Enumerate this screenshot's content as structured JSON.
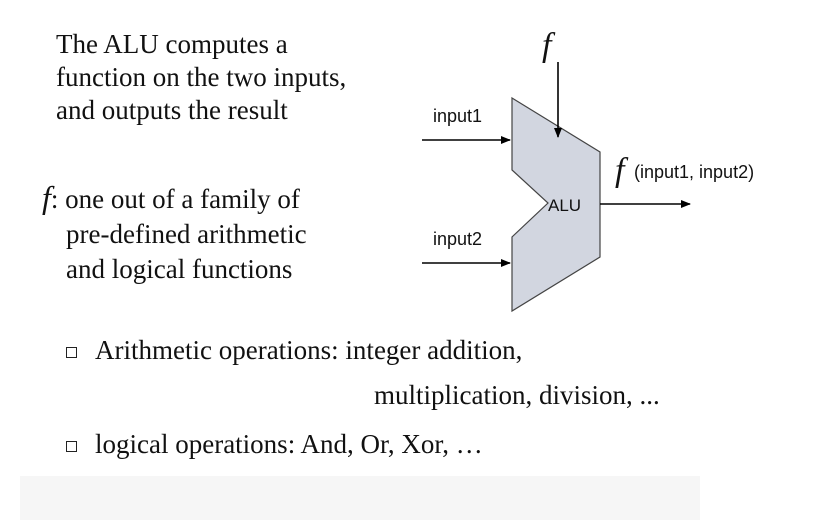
{
  "intro": {
    "line1": "The ALU computes a",
    "line2": "function on the two inputs,",
    "line3": "and outputs the result"
  },
  "fdef": {
    "symbol": "f",
    "line1_rest": ": one out of a family of",
    "line2": "pre-defined arithmetic",
    "line3": "and logical functions"
  },
  "diagram": {
    "input1_label": "input1",
    "input2_label": "input2",
    "alu_label": "ALU",
    "f_label": "f",
    "output_f": "f",
    "output_args": "(input1, input2)",
    "alu_fill": "#d2d6e0"
  },
  "bullets": [
    {
      "line1": "Arithmetic operations: integer addition,",
      "line2": "multiplication, division, ..."
    },
    {
      "line1": "logical operations: And, Or, Xor, …"
    }
  ]
}
